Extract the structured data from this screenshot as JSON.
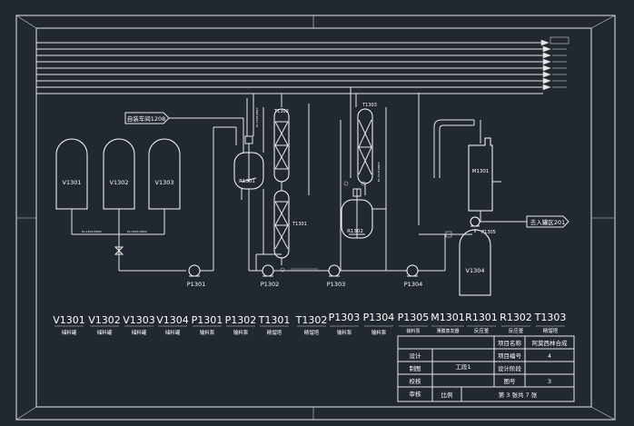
{
  "colors": {
    "background": "#212830",
    "line": "#e8e8e8",
    "text": "#ffffff"
  },
  "drawing_labels": {
    "v1301": "V1301",
    "v1302": "V1302",
    "v1303": "V1303",
    "r1301": "R1301",
    "r1302": "R1302",
    "t1301": "T1301",
    "t1302": "T1302",
    "t1303": "T1303",
    "m1301": "M1301",
    "v1304": "V1304",
    "p1301": "P1301",
    "p1302": "P1302",
    "p1303": "P1303",
    "p1304": "P1304",
    "p1305": "P1305",
    "inlet_tag": "自装车间1208",
    "outlet_tag": "去入罐区201"
  },
  "utility_lines": [
    "",
    "",
    "",
    "",
    "",
    "",
    "",
    ""
  ],
  "legend": [
    {
      "tag": "V1301",
      "desc": "储料罐"
    },
    {
      "tag": "V1302",
      "desc": "储料罐"
    },
    {
      "tag": "V1303",
      "desc": "储料罐"
    },
    {
      "tag": "V1304",
      "desc": "储料罐"
    },
    {
      "tag": "P1301",
      "desc": "输料泵"
    },
    {
      "tag": "P1302",
      "desc": "输料泵"
    },
    {
      "tag": "T1301",
      "desc": "精馏塔"
    },
    {
      "tag": "T1302",
      "desc": "精馏塔"
    },
    {
      "tag": "P1303",
      "desc": "输料泵"
    },
    {
      "tag": "P1304",
      "desc": "输料泵"
    },
    {
      "tag": "P1305",
      "desc": "输料泵"
    },
    {
      "tag": "M1301",
      "desc": "薄膜蒸发器"
    },
    {
      "tag": "R1301",
      "desc": "反应釜"
    },
    {
      "tag": "R1302",
      "desc": "反应釜"
    },
    {
      "tag": "T1303",
      "desc": "精馏塔"
    }
  ],
  "title_block": {
    "design_label": "设计",
    "draw_label": "制图",
    "check_label": "校核",
    "audit_label": "审核",
    "ratio_label": "比例",
    "center_label": "工段1",
    "project_name_label": "项目名称",
    "project_name_value": "阿莫西林合成",
    "project_no_label": "项目编号",
    "project_no_value": "4",
    "design_stage_label": "设计阶段",
    "sheet_no_label": "图号",
    "sheet_no_value": "3",
    "page_text": "第 3 张共 7 张"
  }
}
